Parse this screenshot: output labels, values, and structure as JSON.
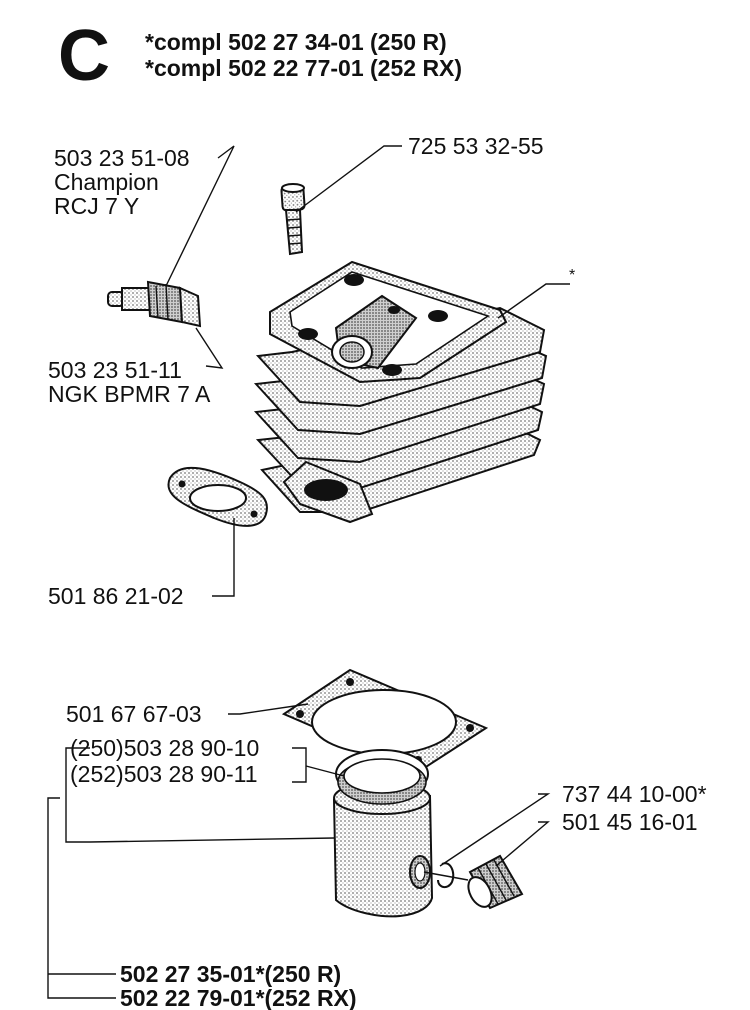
{
  "section_letter": "C",
  "header_lines": [
    "*compl 502 27 34-01 (250 R)",
    "*compl 502 22 77-01 (252 RX)"
  ],
  "callouts": {
    "spark_plug_champion": [
      "503 23 51-08",
      "Champion",
      "RCJ 7 Y"
    ],
    "spark_plug_ngk": [
      "503 23 51-11",
      "NGK BPMR 7 A"
    ],
    "cylinder_screw": "725 53 32-55",
    "cylinder_star": "*",
    "exhaust_gasket": "501 86 21-02",
    "cylinder_base_gasket": "501 67 67-03",
    "piston_ring_250": "(250)503 28 90-10",
    "piston_ring_252": "(252)503 28 90-11",
    "circlip": "737 44 10-00*",
    "needle_bearing": "501 45 16-01",
    "piston_kit_250": "502 27 35-01*(250 R)",
    "piston_kit_252": "502 22 79-01*(252 RX)"
  }
}
